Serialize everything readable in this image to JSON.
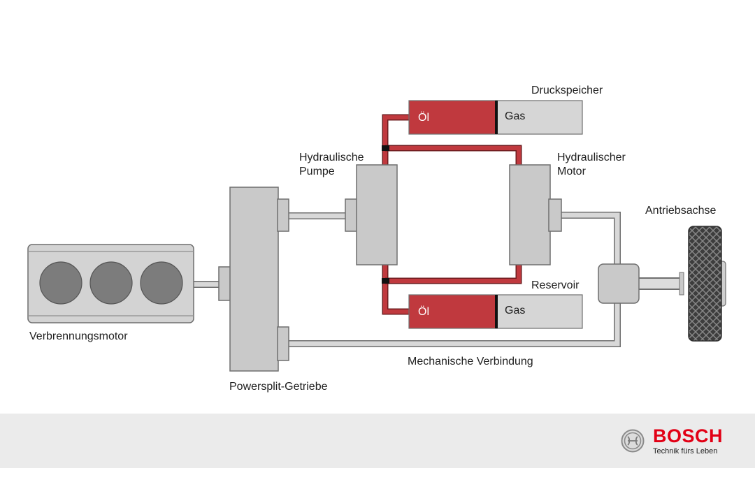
{
  "diagram": {
    "labels": {
      "combustion_engine": "Verbrennungsmotor",
      "powersplit_gearbox": "Powersplit-Getriebe",
      "hydraulic_pump_line1": "Hydraulische",
      "hydraulic_pump_line2": "Pumpe",
      "hydraulic_motor_line1": "Hydraulischer",
      "hydraulic_motor_line2": "Motor",
      "pressure_accumulator": "Druckspeicher",
      "reservoir": "Reservoir",
      "drive_axle": "Antriebsachse",
      "mechanical_connection": "Mechanische Verbindung"
    },
    "tanks": {
      "accumulator": {
        "oil_label": "Öl",
        "gas_label": "Gas"
      },
      "reservoir": {
        "oil_label": "Öl",
        "gas_label": "Gas"
      }
    },
    "colors": {
      "oil": "#c0393e",
      "hydraulic_line": "#c0393e",
      "component_fill": "#c9c9c9",
      "component_stroke": "#6f6f6f",
      "cylinder": "#7c7c7c",
      "mechanical_line": "#d8d8d8",
      "footer_background": "#ebebeb",
      "brand_red": "#e20015"
    }
  },
  "footer": {
    "brand_name": "BOSCH",
    "tagline": "Technik fürs Leben"
  }
}
